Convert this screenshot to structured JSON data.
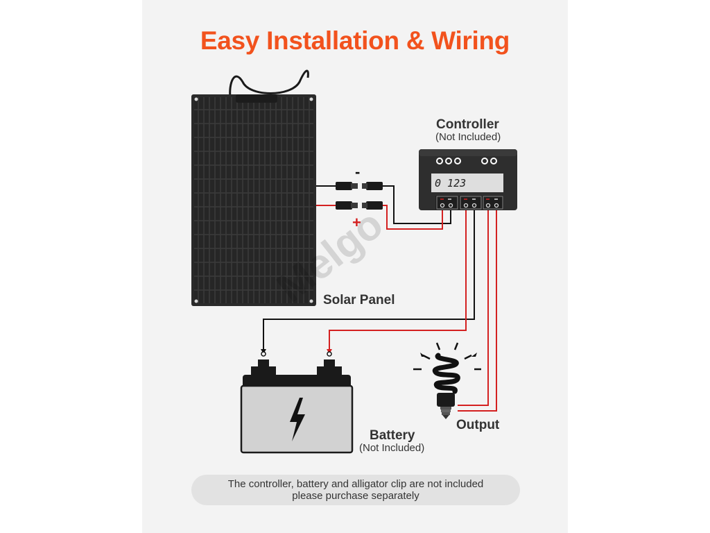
{
  "title": "Easy Installation & Wiring",
  "labels": {
    "controller": "Controller",
    "controller_sub": "(Not Included)",
    "solar_panel": "Solar Panel",
    "battery": "Battery",
    "battery_sub": "(Not Included)",
    "output": "Output",
    "minus": "-",
    "plus": "+"
  },
  "controller_display": "0 123",
  "watermark": "Melgo",
  "note": {
    "line1": "The controller, battery and alligator clip are not included",
    "line2": "please purchase separately"
  },
  "colors": {
    "title": "#f2521d",
    "positive_wire": "#d42020",
    "negative_wire": "#111111"
  }
}
